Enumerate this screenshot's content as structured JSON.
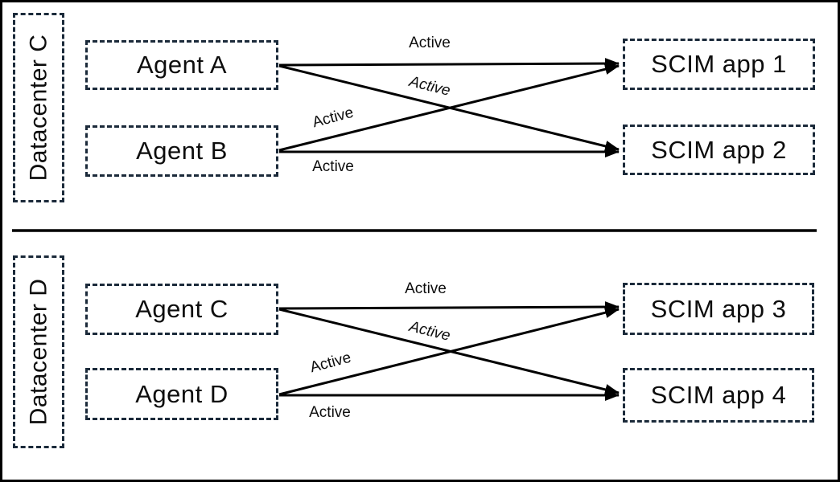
{
  "colors": {
    "box_border": "#1b2a3a",
    "arrow": "#000000",
    "text": "#0d0d0d",
    "divider": "#000000"
  },
  "datacenters": {
    "c": {
      "name": "Datacenter C"
    },
    "d": {
      "name": "Datacenter D"
    }
  },
  "nodes": {
    "agent_a": "Agent A",
    "agent_b": "Agent B",
    "agent_c": "Agent C",
    "agent_d": "Agent D",
    "scim1": "SCIM app 1",
    "scim2": "SCIM app 2",
    "scim3": "SCIM app 3",
    "scim4": "SCIM app 4"
  },
  "edges": {
    "a_to_scim1": {
      "from": "Agent A",
      "to": "SCIM app 1",
      "label": "Active"
    },
    "a_to_scim2": {
      "from": "Agent A",
      "to": "SCIM app 2",
      "label": "Active"
    },
    "b_to_scim1": {
      "from": "Agent B",
      "to": "SCIM app 1",
      "label": "Active"
    },
    "b_to_scim2": {
      "from": "Agent B",
      "to": "SCIM app 2",
      "label": "Active"
    },
    "c_to_scim3": {
      "from": "Agent C",
      "to": "SCIM app 3",
      "label": "Active"
    },
    "c_to_scim4": {
      "from": "Agent C",
      "to": "SCIM app 4",
      "label": "Active"
    },
    "d_to_scim3": {
      "from": "Agent D",
      "to": "SCIM app 3",
      "label": "Active"
    },
    "d_to_scim4": {
      "from": "Agent D",
      "to": "SCIM app 4",
      "label": "Active"
    }
  }
}
